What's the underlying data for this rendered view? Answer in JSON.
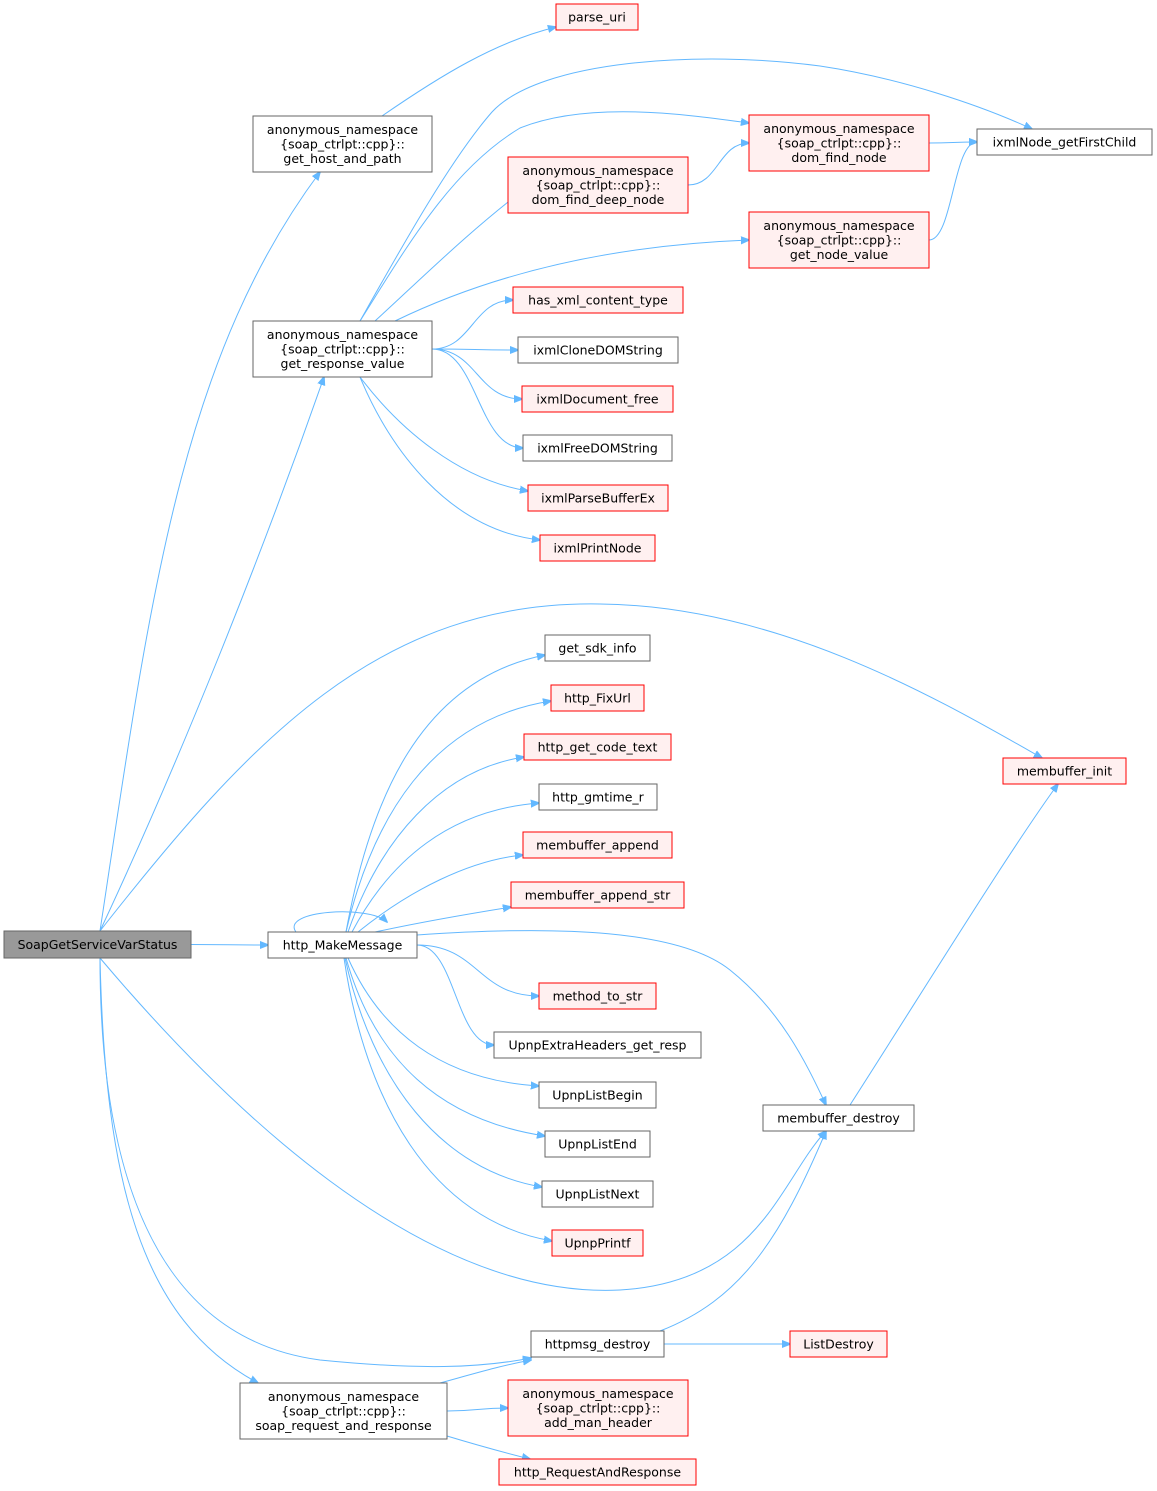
{
  "colors": {
    "edge": "#63b8ff",
    "root_fill": "#999999",
    "root_stroke": "#666666",
    "plain_fill": "#ffffff",
    "plain_stroke": "#666666",
    "red_fill": "#fff0f0",
    "red_stroke": "#ff0000"
  },
  "nodes": {
    "root": {
      "lines": [
        "SoapGetServiceVarStatus"
      ],
      "style": "root"
    },
    "get_host_and_path": {
      "lines": [
        "anonymous_namespace",
        "{soap_ctrlpt::cpp}::",
        "get_host_and_path"
      ],
      "style": "plain"
    },
    "get_response_value": {
      "lines": [
        "anonymous_namespace",
        "{soap_ctrlpt::cpp}::",
        "get_response_value"
      ],
      "style": "plain"
    },
    "http_MakeMessage": {
      "lines": [
        "http_MakeMessage"
      ],
      "style": "plain"
    },
    "soap_request_and_response": {
      "lines": [
        "anonymous_namespace",
        "{soap_ctrlpt::cpp}::",
        "soap_request_and_response"
      ],
      "style": "plain"
    },
    "parse_uri": {
      "lines": [
        "parse_uri"
      ],
      "style": "red"
    },
    "dom_find_deep_node": {
      "lines": [
        "anonymous_namespace",
        "{soap_ctrlpt::cpp}::",
        "dom_find_deep_node"
      ],
      "style": "red"
    },
    "has_xml_content_type": {
      "lines": [
        "has_xml_content_type"
      ],
      "style": "red"
    },
    "ixmlCloneDOMString": {
      "lines": [
        "ixmlCloneDOMString"
      ],
      "style": "plain"
    },
    "ixmlDocument_free": {
      "lines": [
        "ixmlDocument_free"
      ],
      "style": "red"
    },
    "ixmlFreeDOMString": {
      "lines": [
        "ixmlFreeDOMString"
      ],
      "style": "plain"
    },
    "ixmlParseBufferEx": {
      "lines": [
        "ixmlParseBufferEx"
      ],
      "style": "red"
    },
    "ixmlPrintNode": {
      "lines": [
        "ixmlPrintNode"
      ],
      "style": "red"
    },
    "get_sdk_info": {
      "lines": [
        "get_sdk_info"
      ],
      "style": "plain"
    },
    "http_FixUrl": {
      "lines": [
        "http_FixUrl"
      ],
      "style": "red"
    },
    "http_get_code_text": {
      "lines": [
        "http_get_code_text"
      ],
      "style": "red"
    },
    "http_gmtime_r": {
      "lines": [
        "http_gmtime_r"
      ],
      "style": "plain"
    },
    "membuffer_append": {
      "lines": [
        "membuffer_append"
      ],
      "style": "red"
    },
    "membuffer_append_str": {
      "lines": [
        "membuffer_append_str"
      ],
      "style": "red"
    },
    "method_to_str": {
      "lines": [
        "method_to_str"
      ],
      "style": "red"
    },
    "UpnpExtraHeaders_get_resp": {
      "lines": [
        "UpnpExtraHeaders_get_resp"
      ],
      "style": "plain"
    },
    "UpnpListBegin": {
      "lines": [
        "UpnpListBegin"
      ],
      "style": "plain"
    },
    "UpnpListEnd": {
      "lines": [
        "UpnpListEnd"
      ],
      "style": "plain"
    },
    "UpnpListNext": {
      "lines": [
        "UpnpListNext"
      ],
      "style": "plain"
    },
    "UpnpPrintf": {
      "lines": [
        "UpnpPrintf"
      ],
      "style": "red"
    },
    "httpmsg_destroy": {
      "lines": [
        "httpmsg_destroy"
      ],
      "style": "plain"
    },
    "add_man_header": {
      "lines": [
        "anonymous_namespace",
        "{soap_ctrlpt::cpp}::",
        "add_man_header"
      ],
      "style": "red"
    },
    "http_RequestAndResponse": {
      "lines": [
        "http_RequestAndResponse"
      ],
      "style": "red"
    },
    "dom_find_node": {
      "lines": [
        "anonymous_namespace",
        "{soap_ctrlpt::cpp}::",
        "dom_find_node"
      ],
      "style": "red"
    },
    "get_node_value": {
      "lines": [
        "anonymous_namespace",
        "{soap_ctrlpt::cpp}::",
        "get_node_value"
      ],
      "style": "red"
    },
    "membuffer_destroy": {
      "lines": [
        "membuffer_destroy"
      ],
      "style": "plain"
    },
    "ListDestroy": {
      "lines": [
        "ListDestroy"
      ],
      "style": "red"
    },
    "ixmlNode_getFirstChild": {
      "lines": [
        "ixmlNode_getFirstChild"
      ],
      "style": "plain"
    },
    "membuffer_init": {
      "lines": [
        "membuffer_init"
      ],
      "style": "red"
    }
  },
  "edges": [
    [
      "root",
      "get_host_and_path"
    ],
    [
      "root",
      "get_response_value"
    ],
    [
      "root",
      "http_MakeMessage"
    ],
    [
      "root",
      "membuffer_init"
    ],
    [
      "root",
      "membuffer_destroy"
    ],
    [
      "root",
      "httpmsg_destroy"
    ],
    [
      "root",
      "soap_request_and_response"
    ],
    [
      "get_host_and_path",
      "parse_uri"
    ],
    [
      "get_response_value",
      "ixmlNode_getFirstChild"
    ],
    [
      "get_response_value",
      "dom_find_node"
    ],
    [
      "get_response_value",
      "dom_find_deep_node"
    ],
    [
      "get_response_value",
      "get_node_value"
    ],
    [
      "get_response_value",
      "has_xml_content_type"
    ],
    [
      "get_response_value",
      "ixmlCloneDOMString"
    ],
    [
      "get_response_value",
      "ixmlDocument_free"
    ],
    [
      "get_response_value",
      "ixmlFreeDOMString"
    ],
    [
      "get_response_value",
      "ixmlParseBufferEx"
    ],
    [
      "get_response_value",
      "ixmlPrintNode"
    ],
    [
      "dom_find_deep_node",
      "dom_find_node"
    ],
    [
      "dom_find_node",
      "ixmlNode_getFirstChild"
    ],
    [
      "get_node_value",
      "ixmlNode_getFirstChild"
    ],
    [
      "http_MakeMessage",
      "get_sdk_info"
    ],
    [
      "http_MakeMessage",
      "http_FixUrl"
    ],
    [
      "http_MakeMessage",
      "http_get_code_text"
    ],
    [
      "http_MakeMessage",
      "http_gmtime_r"
    ],
    [
      "http_MakeMessage",
      "membuffer_append"
    ],
    [
      "http_MakeMessage",
      "membuffer_append_str"
    ],
    [
      "http_MakeMessage",
      "method_to_str"
    ],
    [
      "http_MakeMessage",
      "UpnpExtraHeaders_get_resp"
    ],
    [
      "http_MakeMessage",
      "UpnpListBegin"
    ],
    [
      "http_MakeMessage",
      "UpnpListEnd"
    ],
    [
      "http_MakeMessage",
      "UpnpListNext"
    ],
    [
      "http_MakeMessage",
      "UpnpPrintf"
    ],
    [
      "http_MakeMessage",
      "membuffer_destroy"
    ],
    [
      "http_MakeMessage",
      "http_MakeMessage"
    ],
    [
      "membuffer_destroy",
      "membuffer_init"
    ],
    [
      "httpmsg_destroy",
      "membuffer_destroy"
    ],
    [
      "httpmsg_destroy",
      "ListDestroy"
    ],
    [
      "soap_request_and_response",
      "httpmsg_destroy"
    ],
    [
      "soap_request_and_response",
      "add_man_header"
    ],
    [
      "soap_request_and_response",
      "http_RequestAndResponse"
    ]
  ]
}
